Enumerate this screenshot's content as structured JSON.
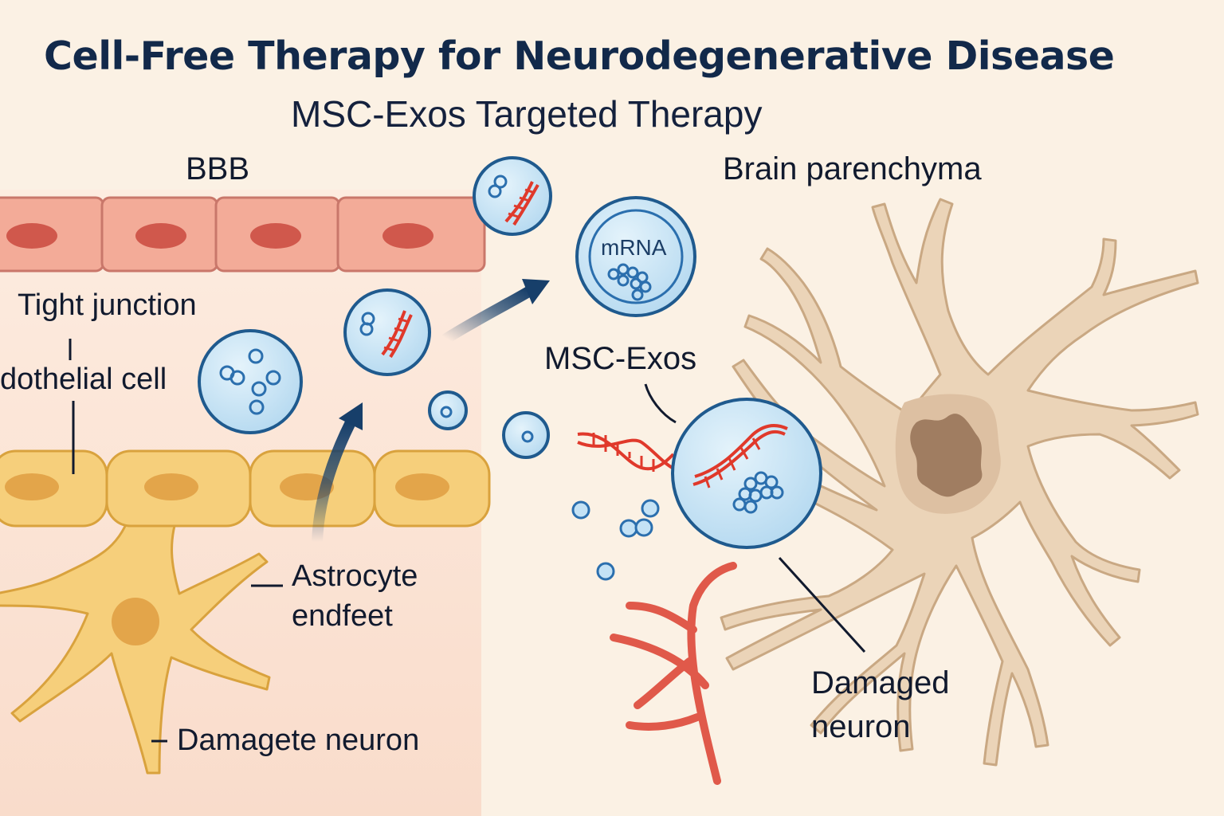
{
  "header": {
    "title": "Cell-Free Therapy for Neurodegenerative Disease",
    "subtitle": "MSC-Exos Targeted Therapy"
  },
  "labels": {
    "bbb": "BBB",
    "brain_parenchyma": "Brain parenchyma",
    "tight_junction": "Tight junction",
    "endothelial_cell": "dothelial cell",
    "astrocyte_endfeet_line1": "Astrocyte",
    "astrocyte_endfeet_line2": "endfeet",
    "damagete_neuron": "Damagete neuron",
    "msc_exos": "MSC-Exos",
    "mrna": "mRNA",
    "damaged_neuron_line1": "Damaged",
    "damaged_neuron_line2": "neuron"
  },
  "colors": {
    "background": "#fbf1e4",
    "bbb_panel": "#fbe3d2",
    "endothelial_cell": "#f3ab98",
    "endothelial_nucleus": "#d0584c",
    "astrocyte": "#f6cf7b",
    "astrocyte_nucleus": "#e3a54a",
    "exosome_fill": "#c4e2f5",
    "exosome_border": "#1f5a8e",
    "neuron": "#ebd4b8",
    "neuron_nucleus": "#a07d61",
    "dna_red": "#e0392b",
    "arrow": "#173f6a",
    "title_text": "#12294a"
  }
}
